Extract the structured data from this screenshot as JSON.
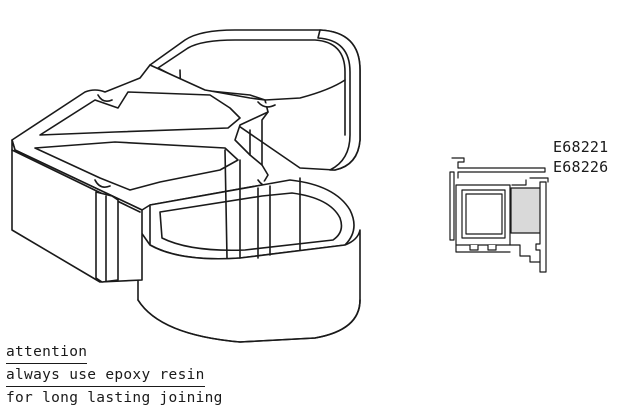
{
  "article_codes": [
    "E68221",
    "E68226"
  ],
  "note": {
    "heading": "attention",
    "lines": [
      "always use epoxy resin",
      "for long lasting joining"
    ]
  },
  "colors": {
    "line": "#1a1a1a",
    "fill": "#ffffff",
    "insert_fill": "#d9d9d9"
  }
}
